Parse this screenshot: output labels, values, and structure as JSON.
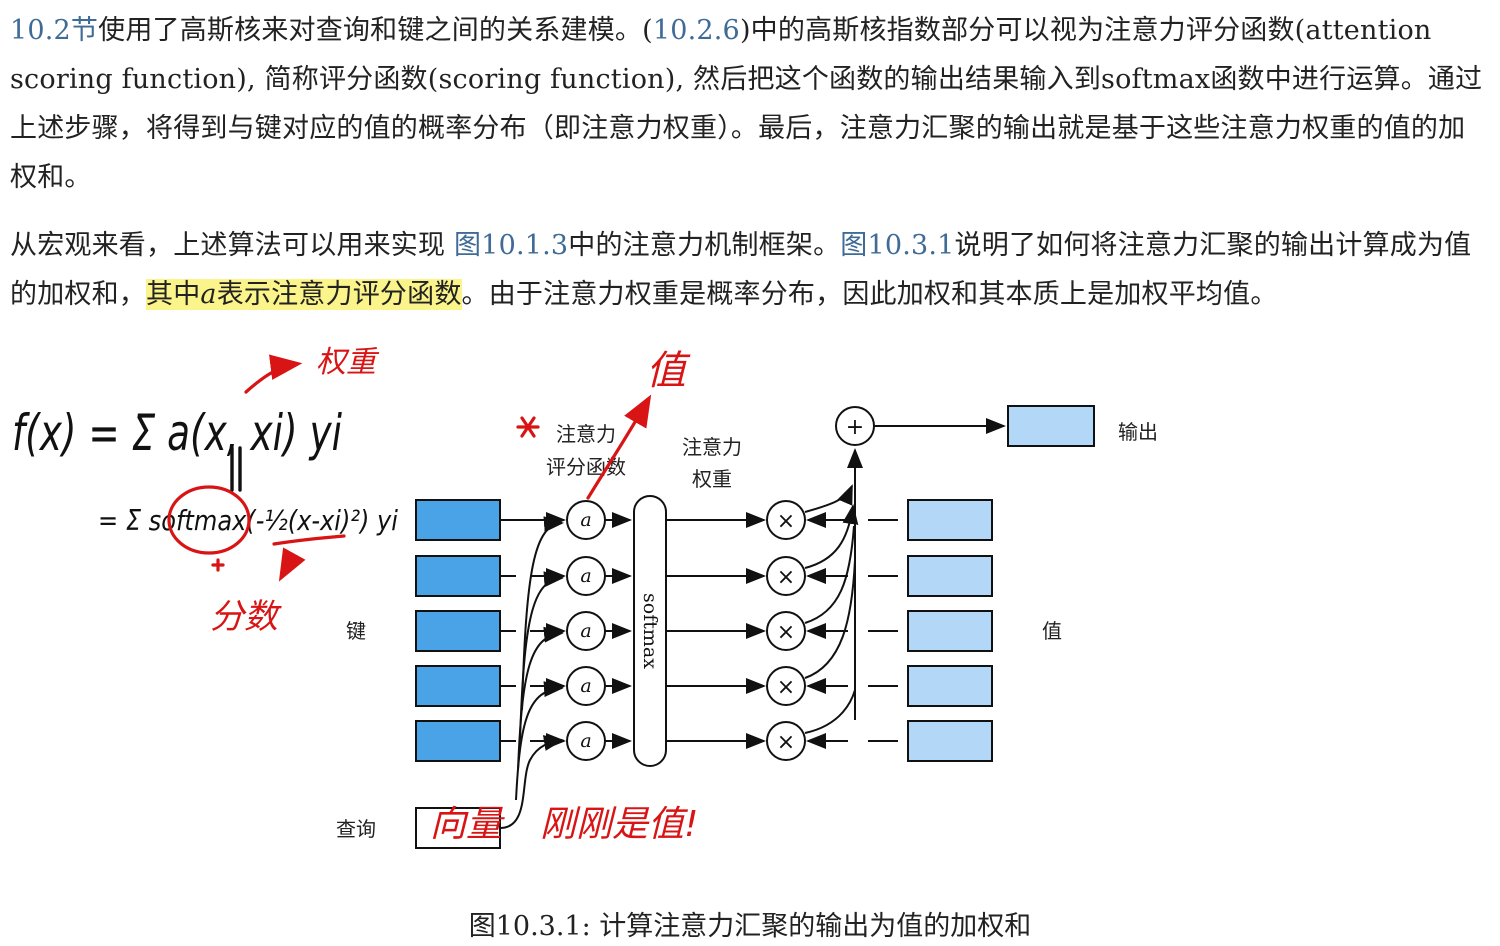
{
  "paragraph1": {
    "link1": "10.2节",
    "text1": "使用了高斯核来对查询和键之间的关系建模。(",
    "link2": "10.2.6",
    "text2": ")中的高斯核指数部分可以视为注意力评分函数(attention scoring function), 简称评分函数(scoring function), 然后把这个函数的输出结果输入到softmax函数中进行运算。通过上述步骤，将得到与键对应的值的概率分布（即注意力权重）。最后，注意力汇聚的输出就是基于这些注意力权重的值的加权和。"
  },
  "paragraph2": {
    "text1": "从宏观来看，上述算法可以用来实现 ",
    "link1": "图10.1.3",
    "text2": "中的注意力机制框架。",
    "link2": "图10.3.1",
    "text3": "说明了如何将注意力汇聚的输出计算成为值的加权和，",
    "highlight_pre": "其中",
    "highlight_var": "a",
    "highlight_post": "表示注意力评分函数",
    "text4": "。由于注意力权重是概率分布，因此加权和其本质上是加权平均值。"
  },
  "diagram": {
    "label_score_line1": "注意力",
    "label_score_line2": "评分函数",
    "label_weight_line1": "注意力",
    "label_weight_line2": "权重",
    "label_output": "输出",
    "label_keys": "键",
    "label_values": "值",
    "label_query": "查询",
    "softmax_label": "softmax",
    "score_symbol": "a",
    "plus_symbol": "+",
    "times_symbol": "×",
    "colors": {
      "key": "#4aa3e6",
      "value": "#b3d7f7",
      "output": "#b3d7f7",
      "ink": "#d81414"
    }
  },
  "annotations": {
    "formula_line1": "f(x) = Σ a(x, xi) yi",
    "formula_line2": "= Σ softmax(-½(x-xi)²) yi",
    "note_weight": "权重",
    "note_value": "值",
    "note_score": "分数",
    "note_vector": "向量",
    "note_scalar": "刚刚是值!"
  },
  "caption": "图10.3.1: 计算注意力汇聚的输出为值的加权和"
}
